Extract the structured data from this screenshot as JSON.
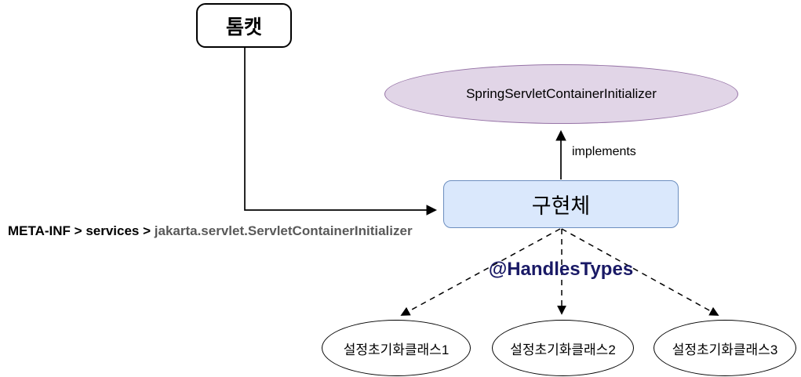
{
  "diagram": {
    "background_color": "#ffffff",
    "nodes": {
      "tomcat": {
        "label": "톰캣",
        "shape": "rounded-rectangle",
        "fill": "#ffffff",
        "stroke": "#000000"
      },
      "spring_initializer": {
        "label": "SpringServletContainerInitializer",
        "shape": "ellipse",
        "fill": "#e1d5e7",
        "stroke": "#9673a6"
      },
      "implementation": {
        "label": "구현체",
        "shape": "rounded-rectangle",
        "fill": "#dae8fc",
        "stroke": "#6c8ebf"
      },
      "config_class_1": {
        "label": "설정초기화클래스1",
        "shape": "ellipse",
        "fill": "#ffffff",
        "stroke": "#000000"
      },
      "config_class_2": {
        "label": "설정초기화클래스2",
        "shape": "ellipse",
        "fill": "#ffffff",
        "stroke": "#000000"
      },
      "config_class_3": {
        "label": "설정초기화클래스3",
        "shape": "ellipse",
        "fill": "#ffffff",
        "stroke": "#000000"
      }
    },
    "labels": {
      "implements": "implements",
      "handles_types": "@HandlesTypes",
      "handles_types_color": "#1a1a66",
      "meta_inf_path": "META-INF > services > ",
      "meta_inf_class": "jakarta.servlet.ServletContainerInitializer",
      "meta_inf_class_color": "#595959"
    },
    "edges": [
      {
        "from": "tomcat",
        "to": "implementation",
        "style": "solid",
        "label": ""
      },
      {
        "from": "implementation",
        "to": "spring_initializer",
        "style": "solid",
        "label": "implements"
      },
      {
        "from": "implementation",
        "to": "config_class_1",
        "style": "dashed",
        "label": "@HandlesTypes"
      },
      {
        "from": "implementation",
        "to": "config_class_2",
        "style": "dashed",
        "label": "@HandlesTypes"
      },
      {
        "from": "implementation",
        "to": "config_class_3",
        "style": "dashed",
        "label": "@HandlesTypes"
      }
    ]
  }
}
